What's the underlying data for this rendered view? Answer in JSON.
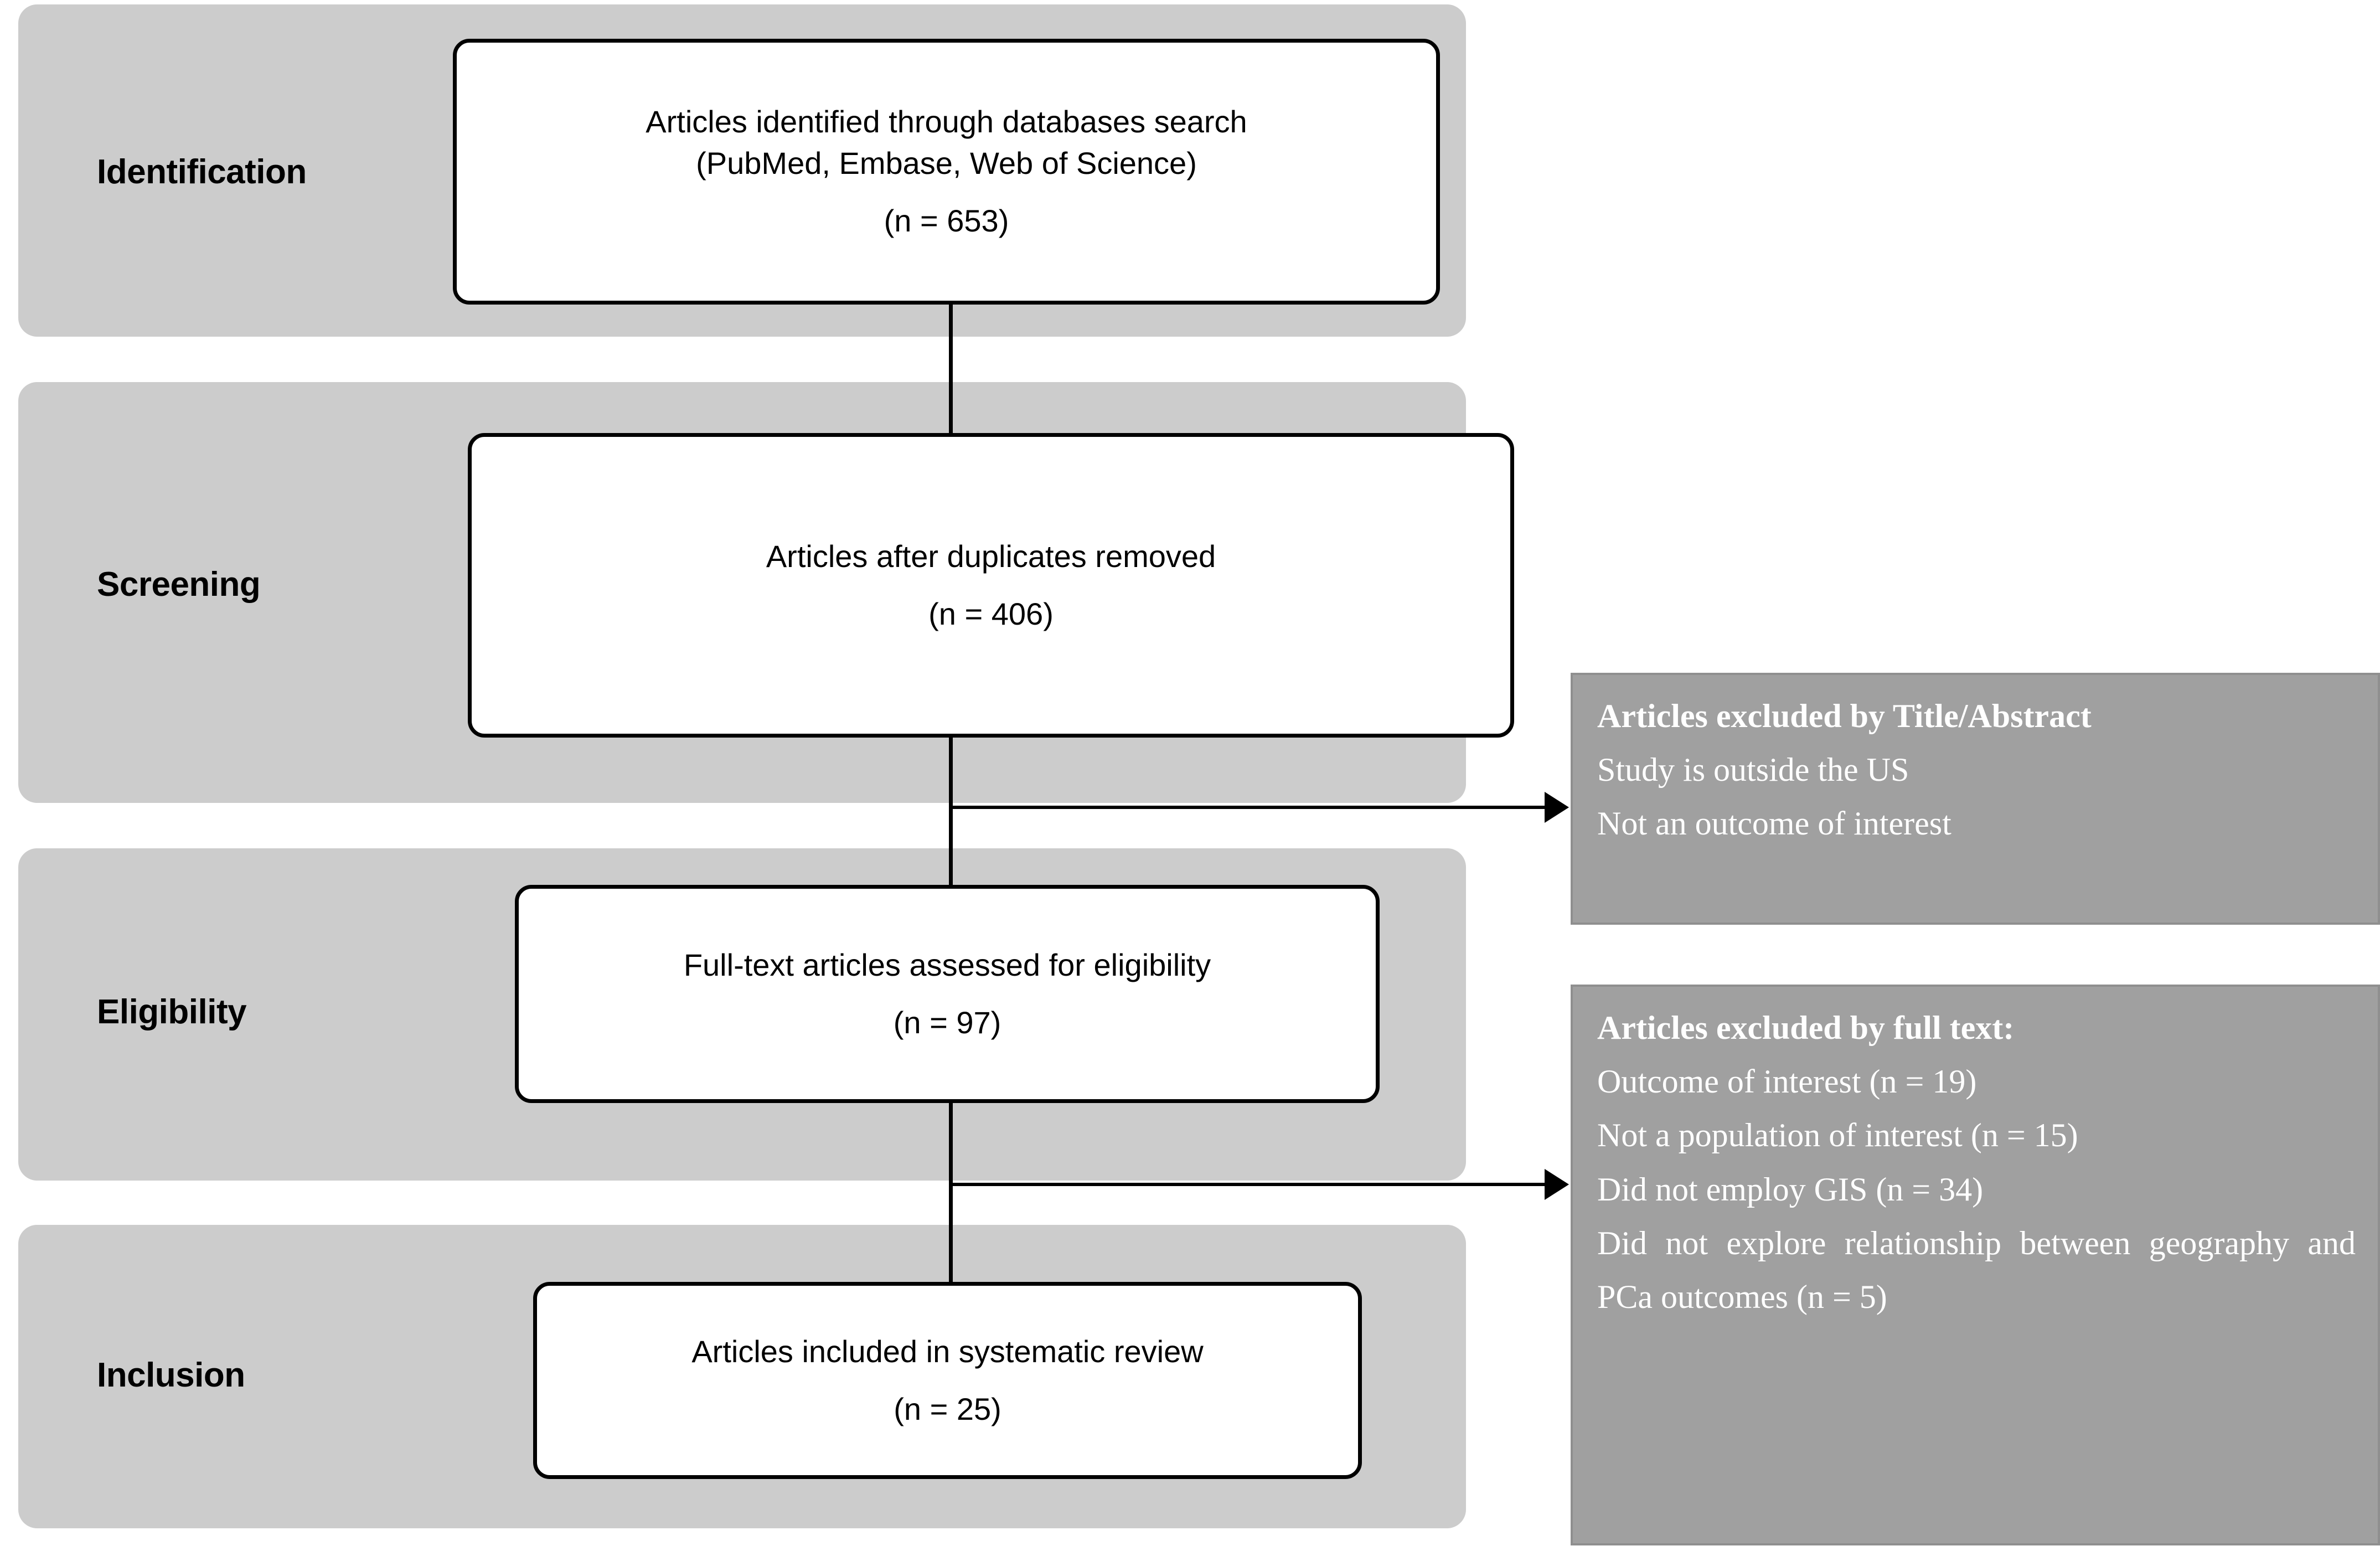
{
  "diagram": {
    "type": "PRISMA flow diagram",
    "stages": [
      {
        "label": "Identification",
        "box": {
          "lines": [
            "Articles identified through databases search",
            "(PubMed, Embase, Web of Science)"
          ],
          "count": "(n = 653)"
        }
      },
      {
        "label": "Screening",
        "box": {
          "lines": [
            "Articles after duplicates removed"
          ],
          "count": "(n = 406)"
        }
      },
      {
        "label": "Eligibility",
        "box": {
          "lines": [
            "Full-text articles assessed for eligibility"
          ],
          "count": "(n = 97)"
        }
      },
      {
        "label": "Inclusion",
        "box": {
          "lines": [
            "Articles included in systematic review"
          ],
          "count": "(n = 25)"
        }
      }
    ],
    "exclusions": [
      {
        "heading": "Articles excluded by Title/Abstract",
        "reasons": [
          "Study is outside the US",
          "Not an outcome of interest"
        ]
      },
      {
        "heading": "Articles excluded by full text:",
        "reasons": [
          "Outcome of interest (n = 19)",
          "Not a population of interest (n = 15)",
          "Did not employ GIS (n = 34)",
          "Did not explore relationship between geography and PCa outcomes (n = 5)"
        ]
      }
    ],
    "colors": {
      "band_gray": "#cccccc",
      "exclusion_gray": "#a0a0a0",
      "box_border": "#000000",
      "box_fill": "#ffffff",
      "exclusion_text": "#ffffff",
      "text": "#000000"
    }
  }
}
